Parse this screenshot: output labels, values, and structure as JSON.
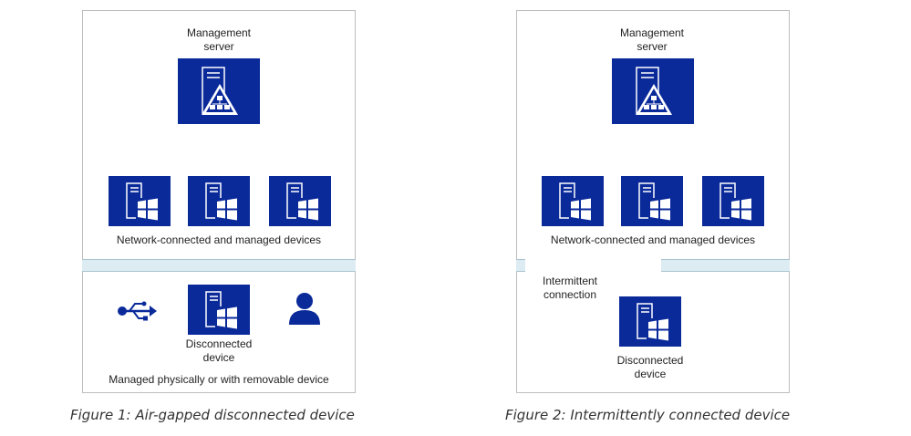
{
  "colors": {
    "device": "#0a2a9a",
    "connector": "#37a4c4",
    "band": "#ddecf2",
    "border": "#bdbdbd"
  },
  "figure1": {
    "management_server_label": "Management\nserver",
    "managed_devices_label": "Network-connected and managed devices",
    "disconnected_label": "Disconnected\ndevice",
    "managed_physically_label": "Managed physically or with removable device",
    "caption": "Figure 1: Air-gapped disconnected device",
    "icons": [
      "server-network-icon",
      "windows-device-icon",
      "usb-icon",
      "user-icon"
    ]
  },
  "figure2": {
    "management_server_label": "Management\nserver",
    "managed_devices_label": "Network-connected and managed devices",
    "intermittent_label": "Intermittent\nconnection",
    "disconnected_label": "Disconnected\ndevice",
    "caption": "Figure 2: Intermittently connected device",
    "icons": [
      "server-network-icon",
      "windows-device-icon"
    ]
  }
}
